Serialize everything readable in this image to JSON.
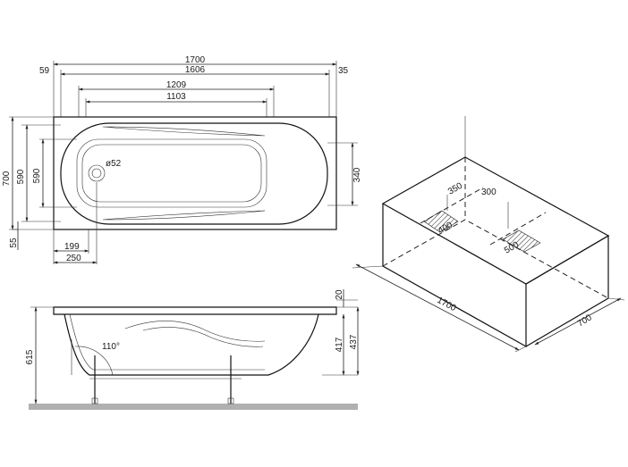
{
  "top_view": {
    "overall_length": "1700",
    "left_offset": "59",
    "inner_length": "1606",
    "right_offset": "35",
    "bottom_length": "1209",
    "bottom_inner_length": "1103",
    "overall_width": "700",
    "inner_width": "590",
    "bottom_width": "590",
    "drain_diameter": "ø52",
    "right_width": "340",
    "rim_offset": "55",
    "drain_offset_199": "199",
    "drain_offset_250": "250"
  },
  "side_view": {
    "rim_thickness": "20",
    "inner_depth": "417",
    "outer_depth": "437",
    "total_height": "615",
    "back_angle": "110°"
  },
  "frame_view": {
    "depth_350": "350",
    "spacing_300": "300",
    "foot_400": "400",
    "foot_500": "500",
    "length_1700": "1700",
    "width_700": "700"
  },
  "colors": {
    "line": "#111111",
    "floor": "#b0b0b0"
  }
}
